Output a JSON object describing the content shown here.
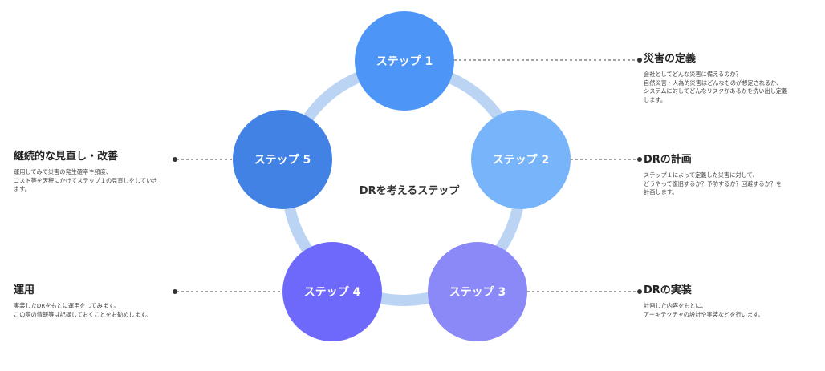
{
  "center": {
    "label": "DRを考えるステップ"
  },
  "steps": [
    {
      "label": "ステップ 1",
      "color": "#4d96f7"
    },
    {
      "label": "ステップ 2",
      "color": "#78b4fa"
    },
    {
      "label": "ステップ 3",
      "color": "#8b88f7"
    },
    {
      "label": "ステップ 4",
      "color": "#6f69fb"
    },
    {
      "label": "ステップ 5",
      "color": "#4382e5"
    }
  ],
  "ring_color": "#bcd4f4",
  "descriptions": [
    {
      "title": "災害の定義",
      "lines": [
        "会社としてどんな災害に備えるのか？",
        "自然災害・人為的災害はどんなものが想定されるか、",
        "システムに対してどんなリスクがあるかを洗い出し定義",
        "します。"
      ]
    },
    {
      "title": "DRの計画",
      "lines": [
        "ステップ１によって定義した災害に対して、",
        "どうやって復旧するか？予防するか？回避するか？を",
        "計画します。"
      ]
    },
    {
      "title": "DRの実装",
      "lines": [
        "計画した内容をもとに、",
        "アーキテクチャの設計や実装などを行います。"
      ]
    },
    {
      "title": "運用",
      "lines": [
        "実装したDRをもとに運用をしてみます。",
        "この際の情報等は記録しておくことをお勧めします。"
      ]
    },
    {
      "title": "継続的な見直し・改善",
      "lines": [
        "運用してみて災害の発生確率や頻度、",
        "コスト等を天秤にかけてステップ１の見直しをしていき",
        "ます。"
      ]
    }
  ]
}
